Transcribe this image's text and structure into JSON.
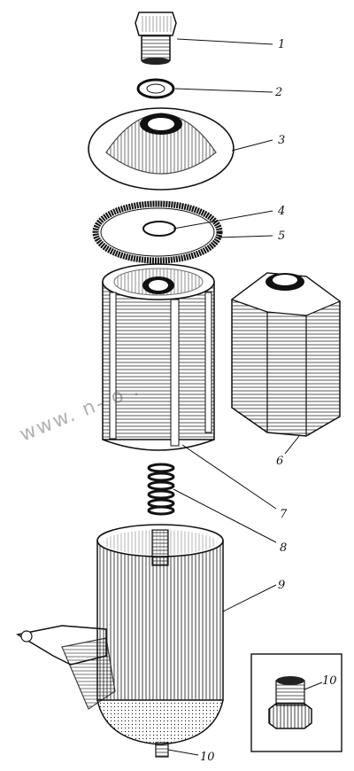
{
  "callouts": {
    "c1": "1",
    "c2": "2",
    "c3": "3",
    "c4": "4",
    "c5": "5",
    "c6": "6",
    "c7": "7",
    "c8": "8",
    "c9": "9",
    "c10": "10",
    "c10_inset": "10"
  },
  "watermark": "www.  n- o    .",
  "colors": {
    "ink": "#111111",
    "paper": "#ffffff"
  }
}
